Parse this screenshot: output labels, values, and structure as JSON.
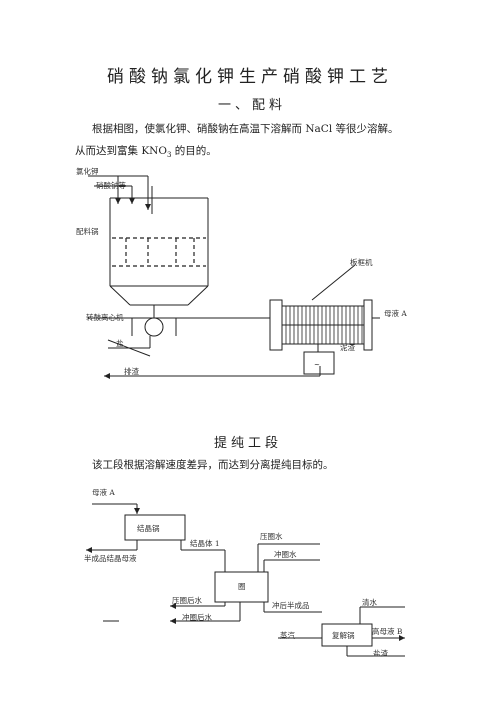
{
  "title": "硝酸钠氯化钾生产硝酸钾工艺",
  "section1": {
    "heading": "一、配料",
    "para_line1": "根据相图，使氯化钾、硝酸钠在高温下溶解而 NaCl 等很少溶解。",
    "para_line2_prefix": "从而达到富集 KNO",
    "para_line2_sub": "3",
    "para_line2_suffix": " 的目的。"
  },
  "diagram1": {
    "kcl": "氯化钾",
    "nano3": "硝酸钠等",
    "vessel": "配料锅",
    "centrifuge": "转鼓离心机",
    "salt": "盐",
    "discharge": "排渣",
    "filter_press": "板框机",
    "mother_a": "母液 A",
    "sludge": "泥渣"
  },
  "section2": {
    "heading": "提纯工段",
    "para": "该工段根据溶解速度差异，而达到分离提纯目标的。"
  },
  "diagram2": {
    "mother_a": "母液 A",
    "crystallizer": "结晶锅",
    "semi_mother": "半成品结晶母液",
    "crystal1": "结晶体 1",
    "press_water": "压圈水",
    "wash_water": "冲圈水",
    "ring": "圈",
    "press_after": "压圈后水",
    "wash_after": "冲圈后水",
    "semi_after": "冲后半成品",
    "clear_water": "清水",
    "steam": "蒸汽",
    "redissolve": "复解锅",
    "high_mother_b": "高母液 B",
    "slag": "盐渣"
  }
}
